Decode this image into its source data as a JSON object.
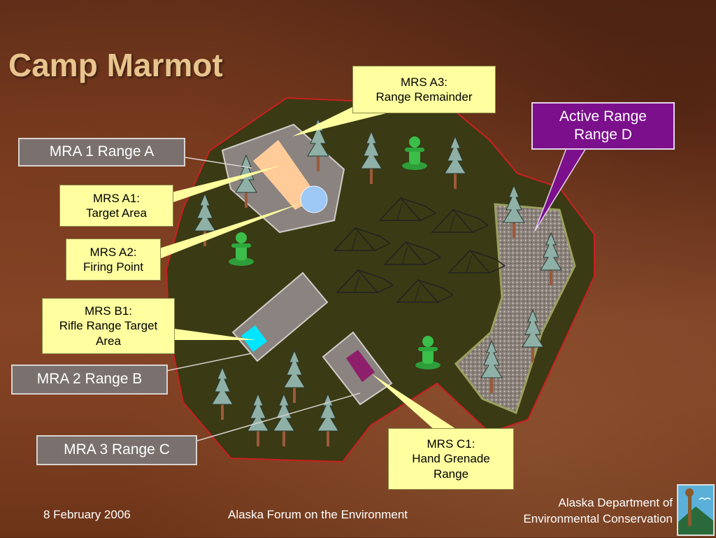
{
  "slide": {
    "title": "Camp Marmot"
  },
  "labels": {
    "mrs_a3": [
      "MRS A3:",
      "Range Remainder"
    ],
    "active_range": [
      "Active Range",
      "Range D"
    ],
    "mra1": "MRA 1 Range A",
    "mrs_a1": [
      "MRS A1:",
      "Target Area"
    ],
    "mrs_a2": [
      "MRS A2:",
      "Firing Point"
    ],
    "mrs_b1": [
      "MRS B1:",
      "Rifle Range Target",
      "Area"
    ],
    "mra2": "MRA 2 Range B",
    "mra3": "MRA 3 Range C",
    "mrs_c1": [
      "MRS C1:",
      "Hand Grenade",
      "Range"
    ]
  },
  "footer": {
    "date": "8 February 2006",
    "event": "Alaska Forum on the Environment",
    "org_line1": "Alaska Department of",
    "org_line2": "Environmental Conservation"
  },
  "colors": {
    "map_fill": "#3a3a14",
    "map_outline": "#c82020",
    "range_gray": "#8a8380",
    "target_peach": "#ffcc99",
    "firing_blue": "#9ec8f5",
    "rifle_cyan": "#00e5ff",
    "grenade_purple": "#8e1f6a",
    "callout_yellow": "#ffffa0",
    "callout_purple": "#7b0f8c"
  },
  "icons": [
    "pine-tree-icon",
    "tent-icon",
    "toy-soldier-icon",
    "dec-logo-icon"
  ]
}
